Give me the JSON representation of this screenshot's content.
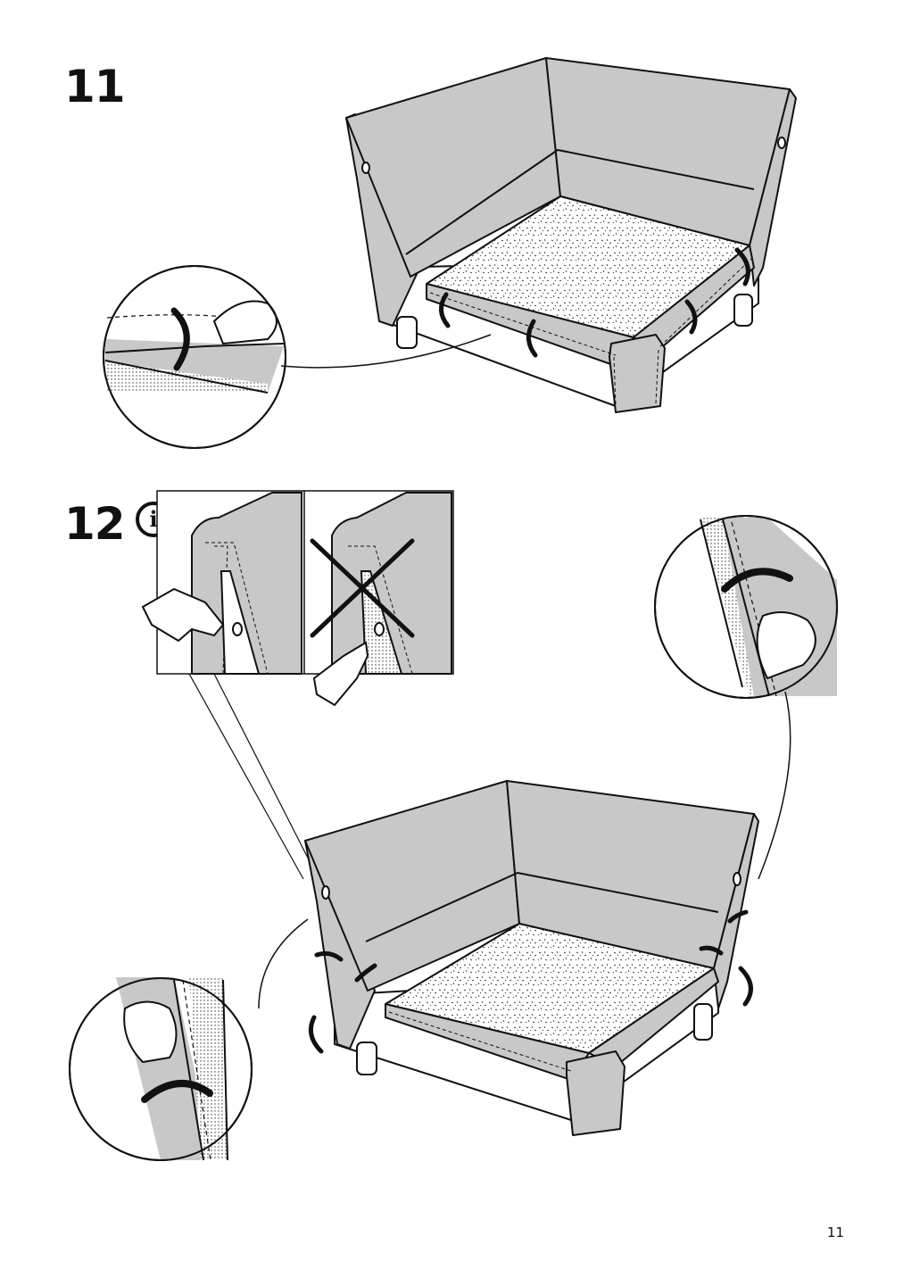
{
  "steps": {
    "step_a": "11",
    "step_b": "12"
  },
  "info_icon": {
    "name": "info-icon",
    "glyph": "i"
  },
  "page_number": "11",
  "colors": {
    "fabric": "#c8c8c8",
    "line": "#111111",
    "seat": "#ffffff",
    "background": "#ffffff"
  }
}
